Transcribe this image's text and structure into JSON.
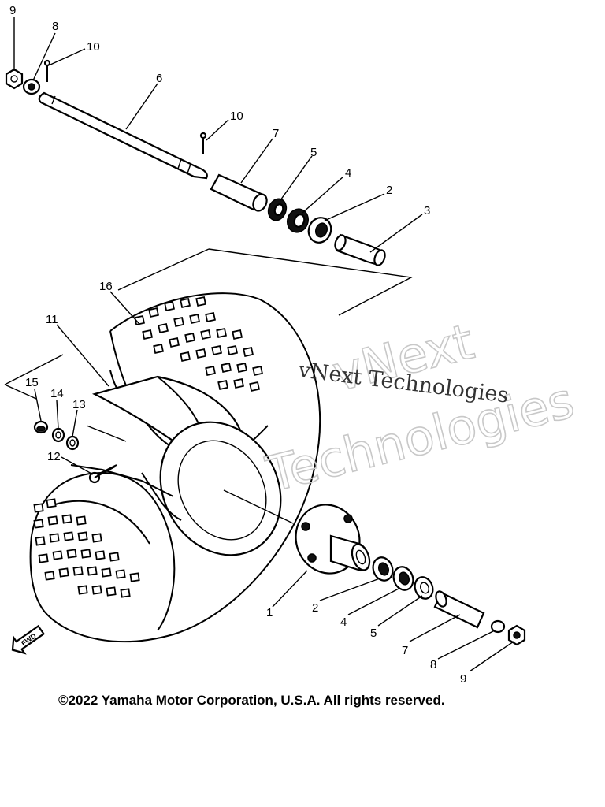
{
  "diagram": {
    "callouts": {
      "c9_top": "9",
      "c8_top": "8",
      "c10_top": "10",
      "c6": "6",
      "c10_mid": "10",
      "c7_top": "7",
      "c5_top": "5",
      "c4_top": "4",
      "c2_top": "2",
      "c3": "3",
      "c16": "16",
      "c11": "11",
      "c15": "15",
      "c14": "14",
      "c13": "13",
      "c12": "12",
      "c1": "1",
      "c2_bot": "2",
      "c4_bot": "4",
      "c5_bot": "5",
      "c7_bot": "7",
      "c8_bot": "8",
      "c9_bot": "9"
    },
    "fwd_arrow_label": "FWD",
    "icons": [
      "fwd-arrow-icon"
    ]
  },
  "watermark": {
    "big_line1": "vNext",
    "big_line2": "Technologies",
    "small": "vNext Technologies"
  },
  "copyright": "©2022 Yamaha Motor Corporation, U.S.A. All rights reserved."
}
